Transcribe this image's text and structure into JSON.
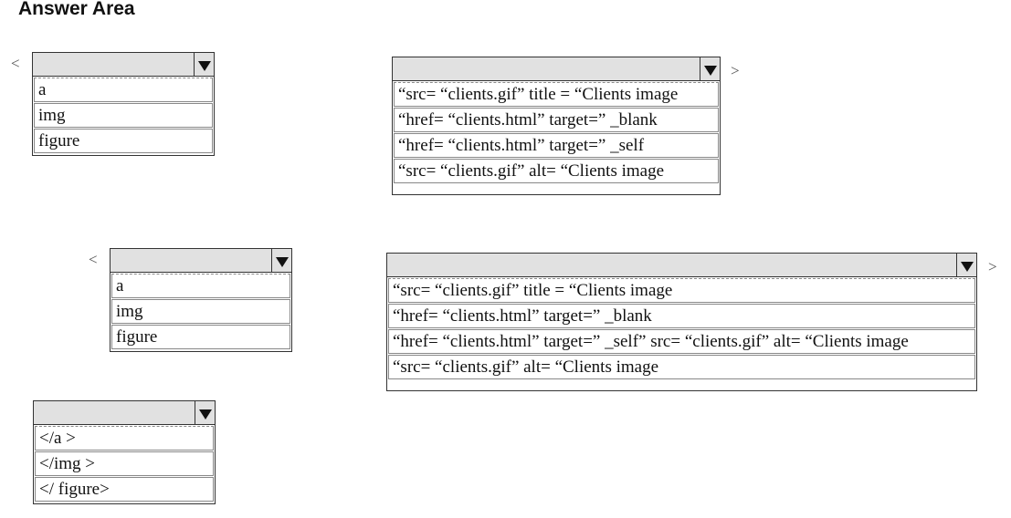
{
  "title": "Answer Area",
  "brackets": {
    "open": "<",
    "close": ">"
  },
  "dropdown1": {
    "options": [
      "a",
      "img",
      "figure"
    ]
  },
  "dropdown2": {
    "options": [
      "“src= “clients.gif” title = “Clients image",
      "“href= “clients.html” target=” _blank",
      "“href= “clients.html” target=” _self",
      "“src= “clients.gif” alt= “Clients image"
    ]
  },
  "dropdown3": {
    "options": [
      "a",
      "img",
      "figure"
    ]
  },
  "dropdown4": {
    "options": [
      "“src= “clients.gif” title = “Clients image",
      "“href= “clients.html” target=” _blank",
      "“href= “clients.html” target=” _self” src= “clients.gif” alt= “Clients image",
      "“src= “clients.gif” alt= “Clients image"
    ]
  },
  "dropdown5": {
    "options": [
      "</a >",
      "</img >",
      "</ figure>"
    ]
  }
}
